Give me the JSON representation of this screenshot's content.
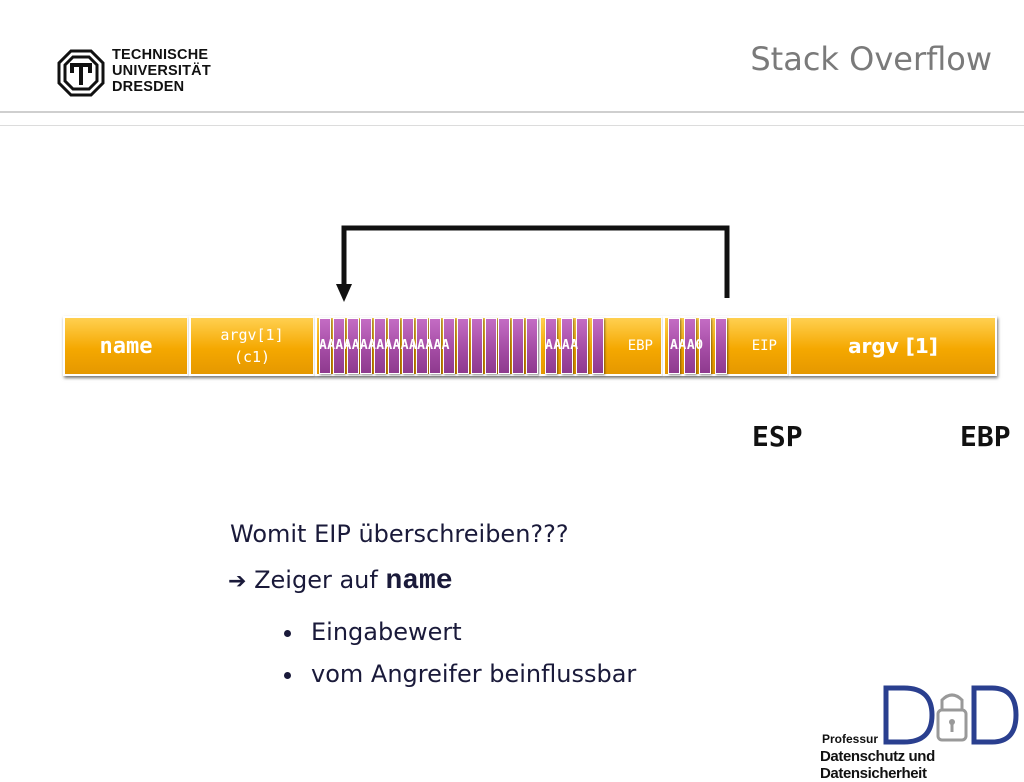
{
  "header": {
    "logo_lines": [
      "TECHNISCHE",
      "UNIVERSITÄT",
      "DRESDEN"
    ],
    "title": "Stack Overflow"
  },
  "stack": {
    "name": "name",
    "argv_c1_line1": "argv[1]",
    "argv_c1_line2": "(c1)",
    "buffer_fill": "AAAAAAAAAAAAAAAA",
    "ebp_fill": "AAAA",
    "ebp_label": "EBP",
    "eip_fill": "AAA0",
    "eip_label": "EIP",
    "argv": "argv [1]"
  },
  "registers": {
    "esp": "ESP",
    "ebp": "EBP"
  },
  "content": {
    "question": "Womit EIP überschreiben???",
    "arrow_symbol": "➔",
    "answer_prefix": "Zeiger auf ",
    "answer_code": "name",
    "bullets": [
      "Eingabewert",
      "vom Angreifer beinflussbar"
    ]
  },
  "footer": {
    "logo_letters": "DuD",
    "professur": "Professur",
    "chair": "Datenschutz und Datensicherheit"
  },
  "colors": {
    "yellow": "#f5a800",
    "purple": "#a24aa2",
    "title_gray": "#7a7a7a",
    "logo_blue": "#2a3f8f"
  }
}
